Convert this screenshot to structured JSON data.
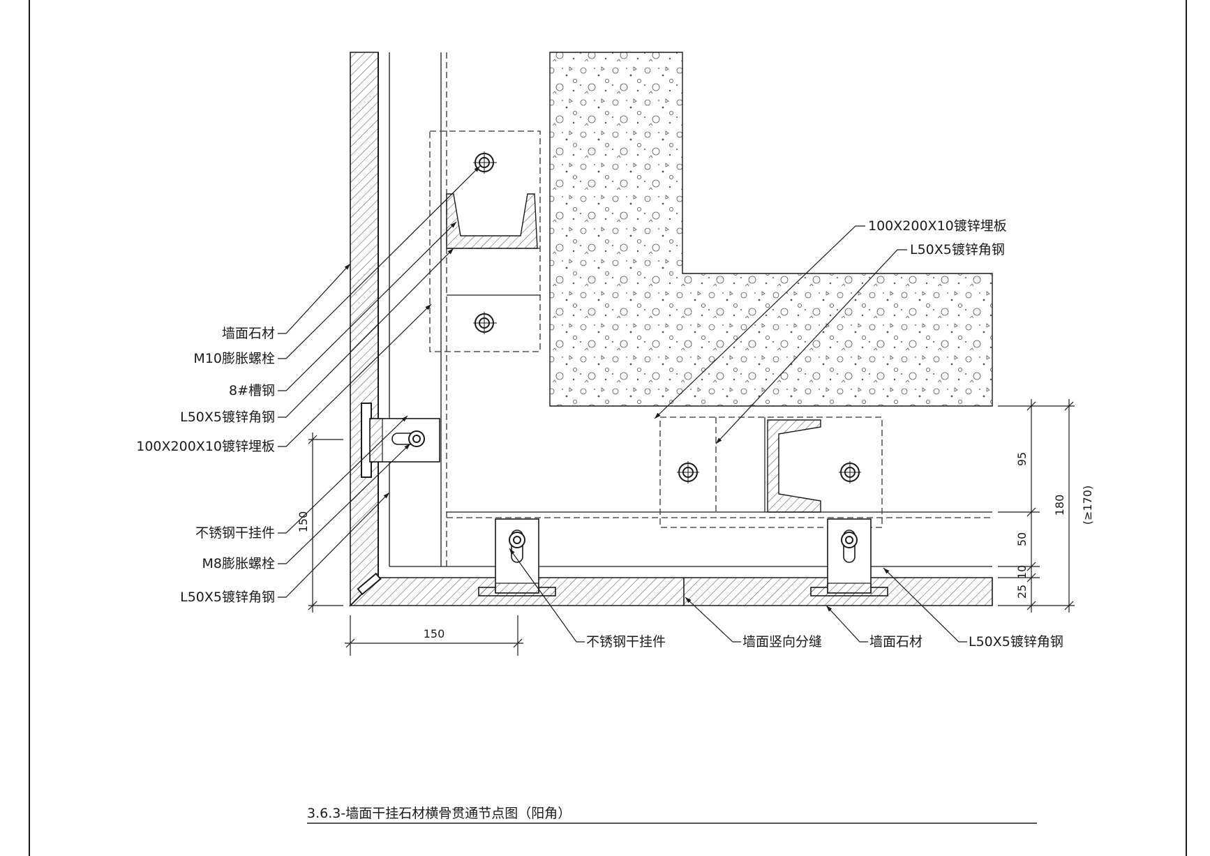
{
  "title": "3.6.3-墙面干挂石材横骨贯通节点图（阳角）",
  "left_labels": [
    {
      "id": "stone-left",
      "text": "墙面石材"
    },
    {
      "id": "m10-bolt",
      "text": "M10膨胀螺栓"
    },
    {
      "id": "channel-8",
      "text": "8#槽钢"
    },
    {
      "id": "angle-upper",
      "text": "L50X5镀锌角钢"
    },
    {
      "id": "plate-left",
      "text": "100X200X10镀锌埋板"
    },
    {
      "id": "pendant-left",
      "text": "不锈钢干挂件"
    },
    {
      "id": "m8-bolt",
      "text": "M8膨胀螺栓"
    },
    {
      "id": "angle-lower",
      "text": "L50X5镀锌角钢"
    }
  ],
  "top_right_labels": [
    {
      "id": "plate-right",
      "text": "100X200X10镀锌埋板"
    },
    {
      "id": "angle-right",
      "text": "L50X5镀锌角钢"
    }
  ],
  "bottom_labels": [
    {
      "id": "pendant-bottom",
      "text": "不锈钢干挂件"
    },
    {
      "id": "joint",
      "text": "墙面竖向分缝"
    },
    {
      "id": "stone-bottom",
      "text": "墙面石材"
    },
    {
      "id": "angle-bottom",
      "text": "L50X5镀锌角钢"
    }
  ],
  "dimensions": {
    "bottom_width": "150",
    "left_height": "150",
    "right_95": "95",
    "right_50": "50",
    "right_10": "10",
    "right_25": "25",
    "right_180": "180",
    "right_min": "(≥170)"
  }
}
